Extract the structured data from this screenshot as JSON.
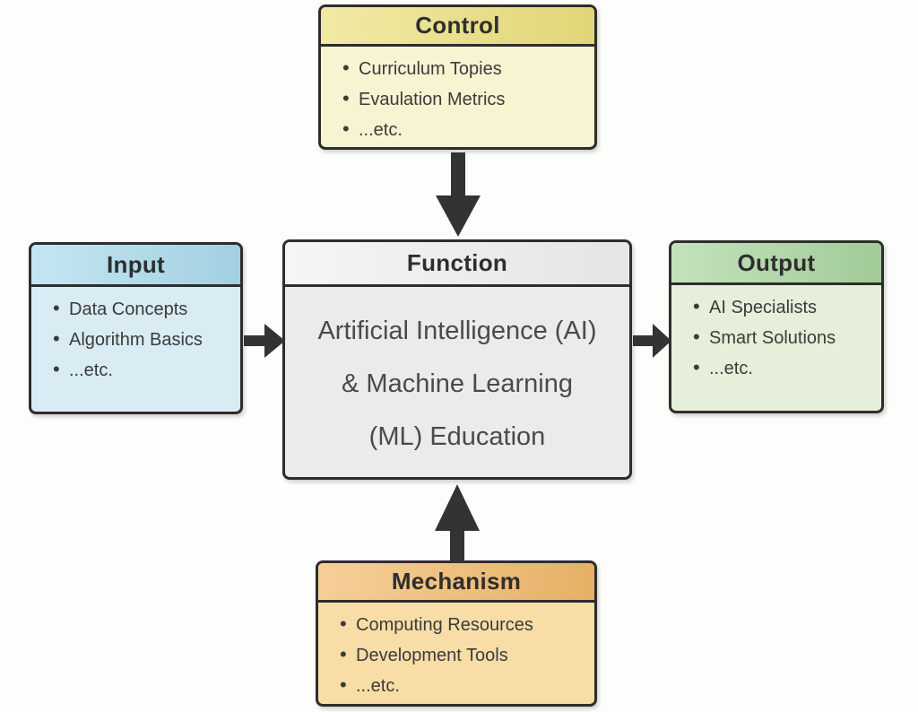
{
  "diagram": {
    "background_color": "#fdfdfc",
    "border_color": "#2d2d2d",
    "arrow_color": "#333333",
    "boxes": {
      "control": {
        "label": "Control",
        "items": [
          "Curriculum Topies",
          "Evaulation Metrics",
          "...etc."
        ],
        "header_color": "#ece17d",
        "body_color": "#f8f3d1"
      },
      "input": {
        "label": "Input",
        "items": [
          "Data Concepts",
          "Algorithm Basics",
          "...etc."
        ],
        "header_color": "#abdbed",
        "body_color": "#d9ebf3"
      },
      "function": {
        "label": "Function",
        "lines": [
          "Artificial Intelligence (AI)",
          "& Machine Learning",
          "(ML) Education"
        ],
        "header_color": "#f1f1ef",
        "body_color": "#ebebe9"
      },
      "output": {
        "label": "Output",
        "items": [
          "AI Specialists",
          "Smart Solutions",
          "...etc."
        ],
        "header_color": "#aad6a0",
        "body_color": "#e6efd9"
      },
      "mechanism": {
        "label": "Mechanism",
        "items": [
          "Computing Resources",
          "Development Tools",
          "...etc."
        ],
        "header_color": "#f2ba6b",
        "body_color": "#f8dda7"
      }
    },
    "arrows": [
      {
        "name": "control-to-function",
        "direction": "down"
      },
      {
        "name": "input-to-function",
        "direction": "right"
      },
      {
        "name": "function-to-output",
        "direction": "right"
      },
      {
        "name": "mechanism-to-function",
        "direction": "up"
      }
    ]
  }
}
